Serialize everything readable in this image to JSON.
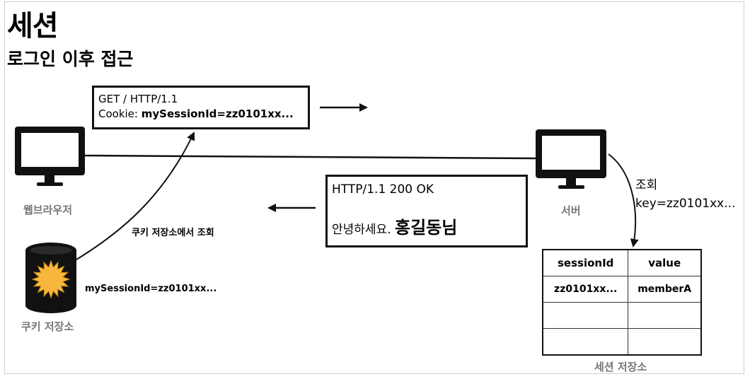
{
  "title": "세션",
  "subtitle": "로그인 이후 접근",
  "request": {
    "line1": "GET / HTTP/1.1",
    "cookie_prefix": "Cookie: ",
    "cookie_value": "mySessionId=zz0101xx..."
  },
  "response": {
    "status": "HTTP/1.1 200 OK",
    "greeting": "안녕하세요. ",
    "name": "홍길동님"
  },
  "browser_label": "웹브라우저",
  "server_label": "서버",
  "cookie_store_label": "쿠키 저장소",
  "cookie_lookup_label": "쿠키 저장소에서 조회",
  "cookie_value_label": "mySessionId=zz0101xx...",
  "lookup": {
    "line1": "조회",
    "line2": "key=zz0101xx..."
  },
  "session_store": {
    "label": "세션 저장소",
    "headers": [
      "sessionId",
      "value"
    ],
    "rows": [
      [
        "zz0101xx...",
        "memberA"
      ],
      [
        "",
        ""
      ],
      [
        "",
        ""
      ],
      [
        "",
        ""
      ]
    ]
  },
  "colors": {
    "sun": "#f6b73c",
    "sun_stroke": "#c98a10",
    "monitor": "#111111",
    "label_gray": "#777777"
  }
}
